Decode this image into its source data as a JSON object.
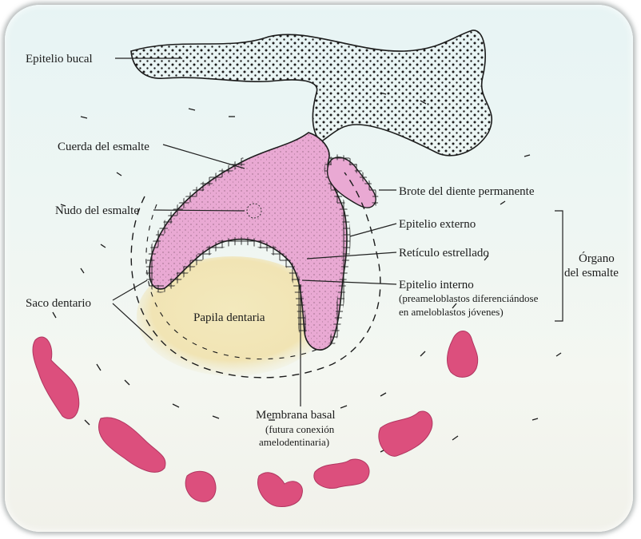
{
  "labels": {
    "epitelio_bucal": "Epitelio bucal",
    "cuerda_esmalte": "Cuerda del esmalte",
    "nudo_esmalte": "Nudo del esmalte",
    "saco_dentario": "Saco dentario",
    "papila_dentaria": "Papila dentaria",
    "membrana_basal": "Membrana basal",
    "membrana_basal_note_1": "(futura conexión",
    "membrana_basal_note_2": "amelodentinaria)",
    "brote_permanente": "Brote del diente permanente",
    "epitelio_externo": "Epitelio externo",
    "reticulo_estrellado": "Retículo estrellado",
    "epitelio_interno": "Epitelio interno",
    "epitelio_interno_note_1": "(preameloblastos diferenciándose",
    "epitelio_interno_note_2": "en ameloblastos jóvenes)",
    "organo_1": "Órgano",
    "organo_2": "del esmalte"
  },
  "colors": {
    "enamel_organ": "#e9a9d3",
    "papilla": "#f1e4b4",
    "bone": "#dc4f7d",
    "ink": "#1c1c1c"
  }
}
